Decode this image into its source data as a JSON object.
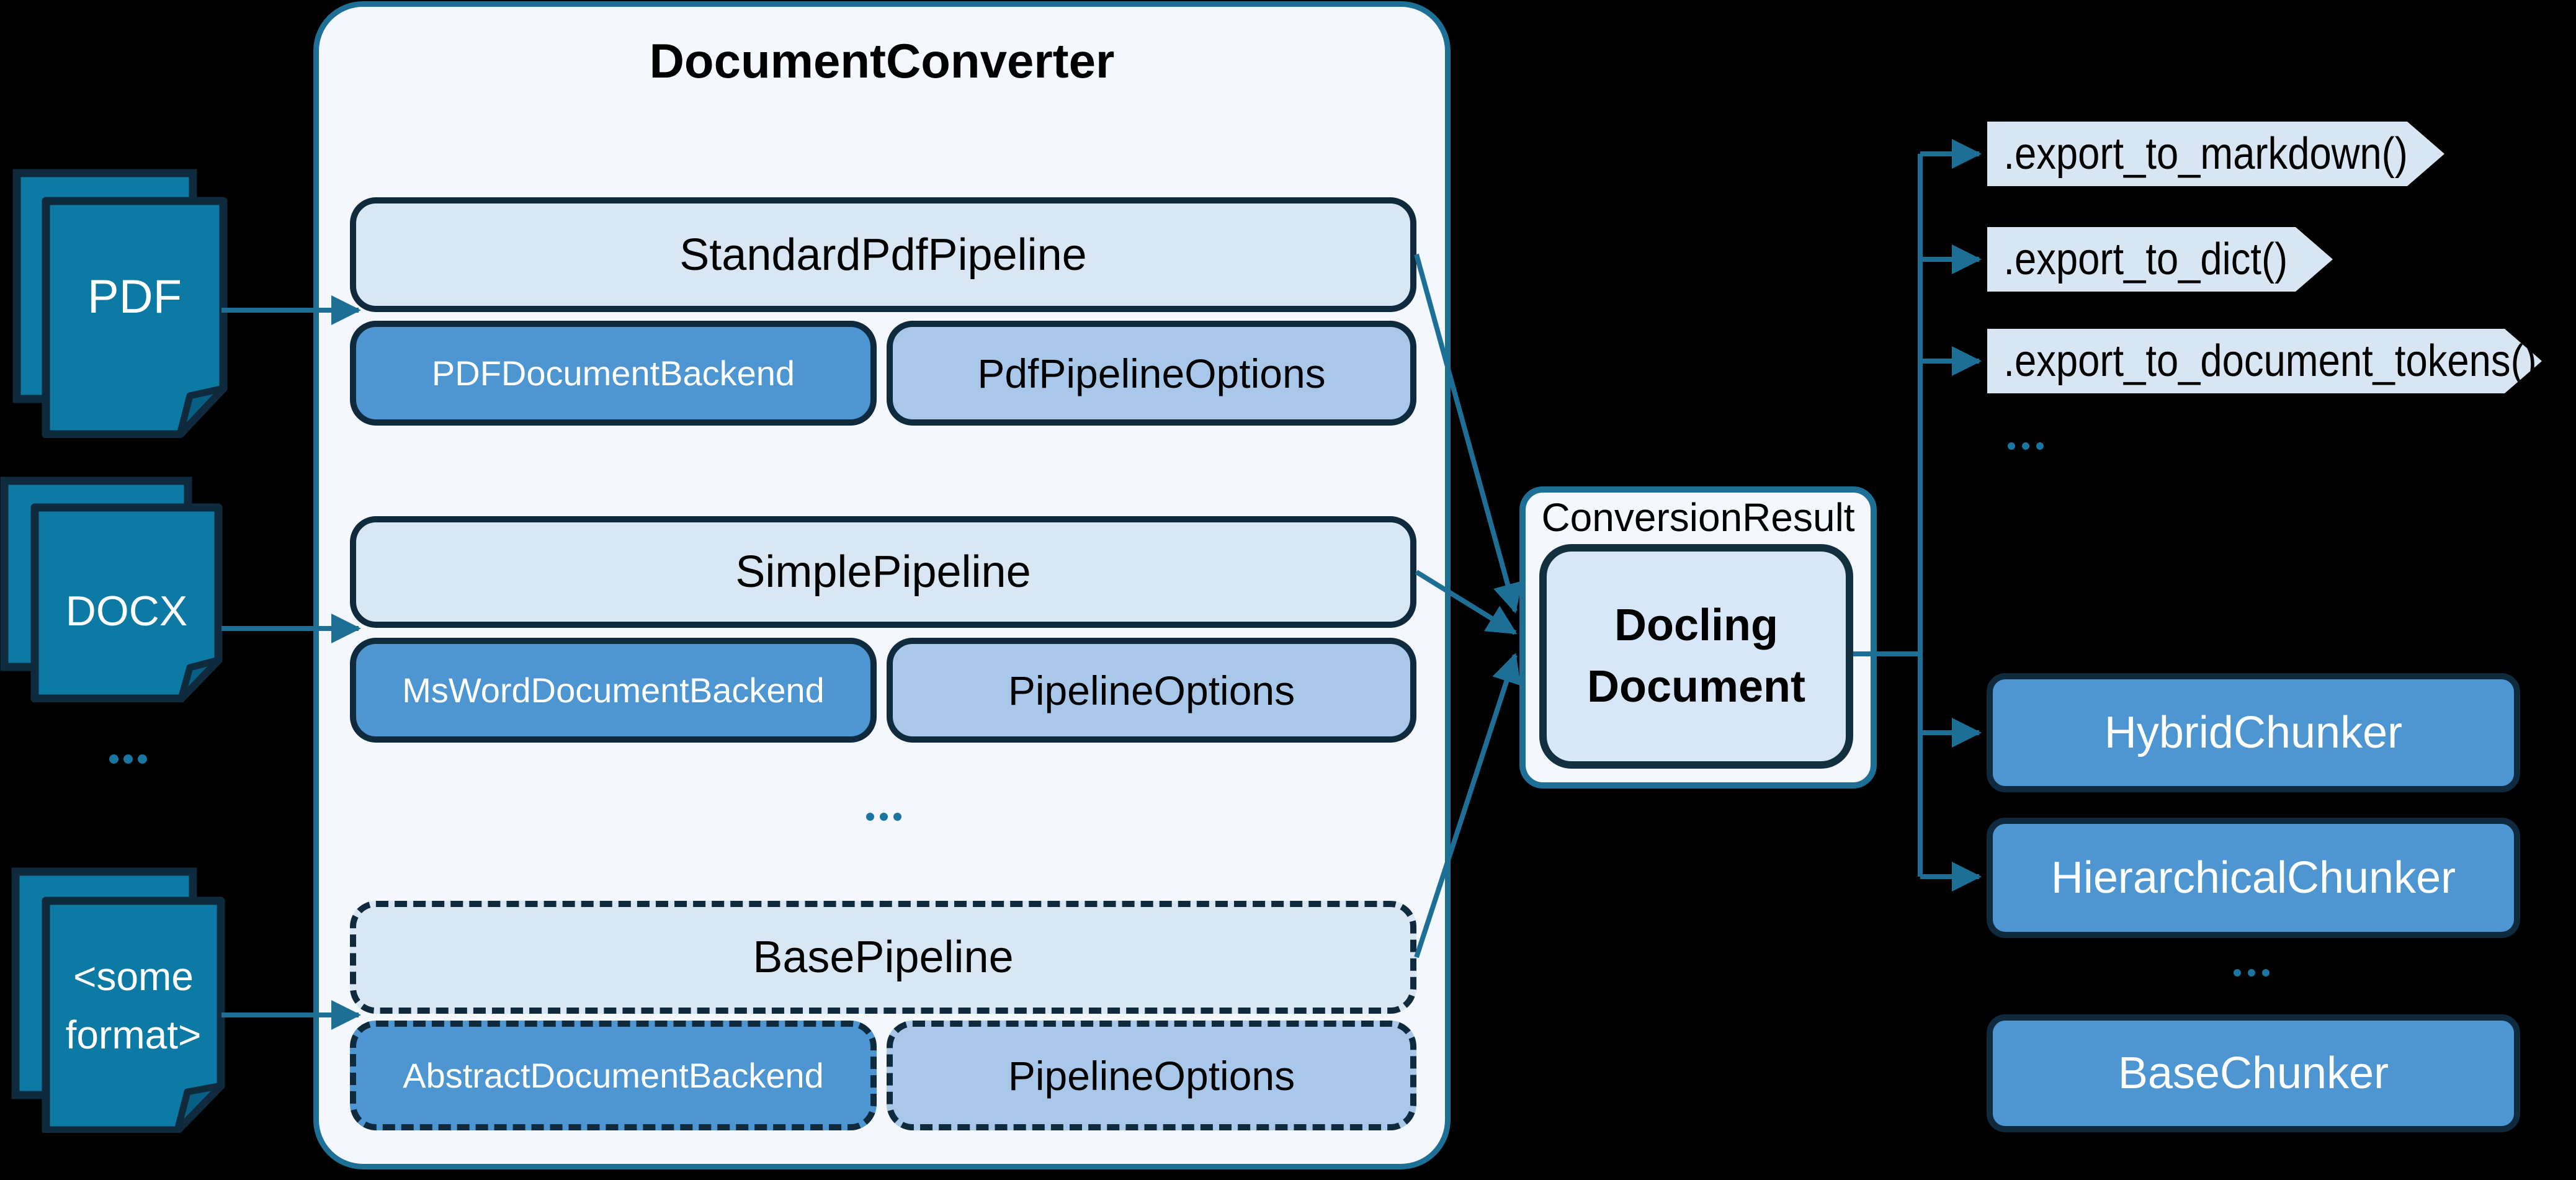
{
  "title": "DocumentConverter",
  "inputs": {
    "pdf": "PDF",
    "docx": "DOCX",
    "ellipsis": "...",
    "some_format_line1": "<some",
    "some_format_line2": "format>"
  },
  "converter": {
    "pipelines": [
      {
        "name": "StandardPdfPipeline",
        "backend": "PDFDocumentBackend",
        "options": "PdfPipelineOptions"
      },
      {
        "name": "SimplePipeline",
        "backend": "MsWordDocumentBackend",
        "options": "PipelineOptions"
      },
      {
        "name": "BasePipeline",
        "backend": "AbstractDocumentBackend",
        "options": "PipelineOptions"
      }
    ],
    "ellipsis": "..."
  },
  "result": {
    "label": "ConversionResult",
    "doc_line1": "Docling",
    "doc_line2": "Document"
  },
  "exports": {
    "items": [
      ".export_to_markdown()",
      ".export_to_dict()",
      ".export_to_document_tokens()"
    ],
    "ellipsis": "..."
  },
  "chunkers": {
    "items": [
      "HybridChunker",
      "HierarchicalChunker",
      "BaseChunker"
    ],
    "ellipsis": "..."
  },
  "colors": {
    "background": "#000000",
    "accent_teal": "#1e6f96",
    "border_navy": "#0e2a3c",
    "panel_fill": "#f4f7fc",
    "pipeline_fill": "#d9e7f5",
    "backend_fill": "#4e96d2",
    "options_fill": "#a9c8e9",
    "docling_fill": "#d7e7f7",
    "tag_fill": "#d8e6f3",
    "doc_icon_fill": "#0c7aa4"
  }
}
